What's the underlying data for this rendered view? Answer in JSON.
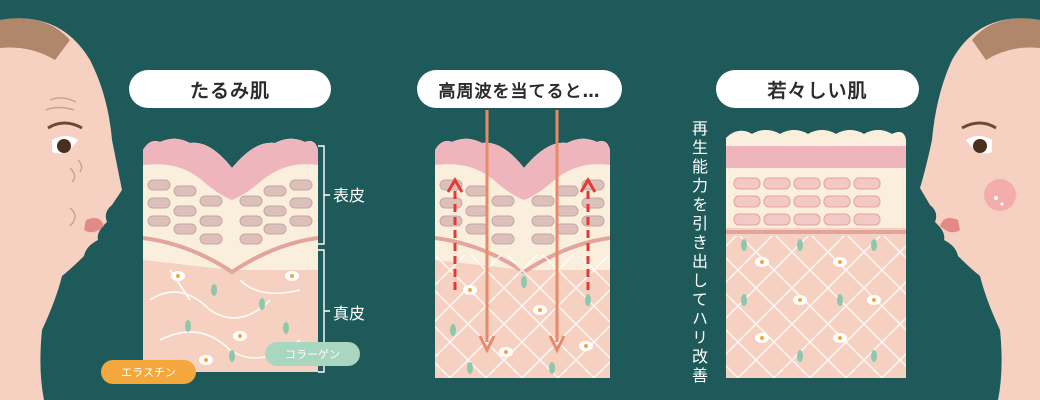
{
  "headings": {
    "left": "たるみ肌",
    "middle": "高周波を当てると…",
    "right": "若々しい肌"
  },
  "layers": {
    "epidermis": "表皮",
    "dermis": "真皮"
  },
  "fibers": {
    "elastin": "エラスチン",
    "collagen": "コラーゲン"
  },
  "caption": "再生能力を引き出してハリ改善",
  "colors": {
    "background": "#1f5a5a",
    "skin": "#f6d1c2",
    "arrow": "#e88a6a",
    "heat_arrow": "#e53935",
    "elastin": "#f3a73c",
    "collagen": "#a8d6bf"
  }
}
